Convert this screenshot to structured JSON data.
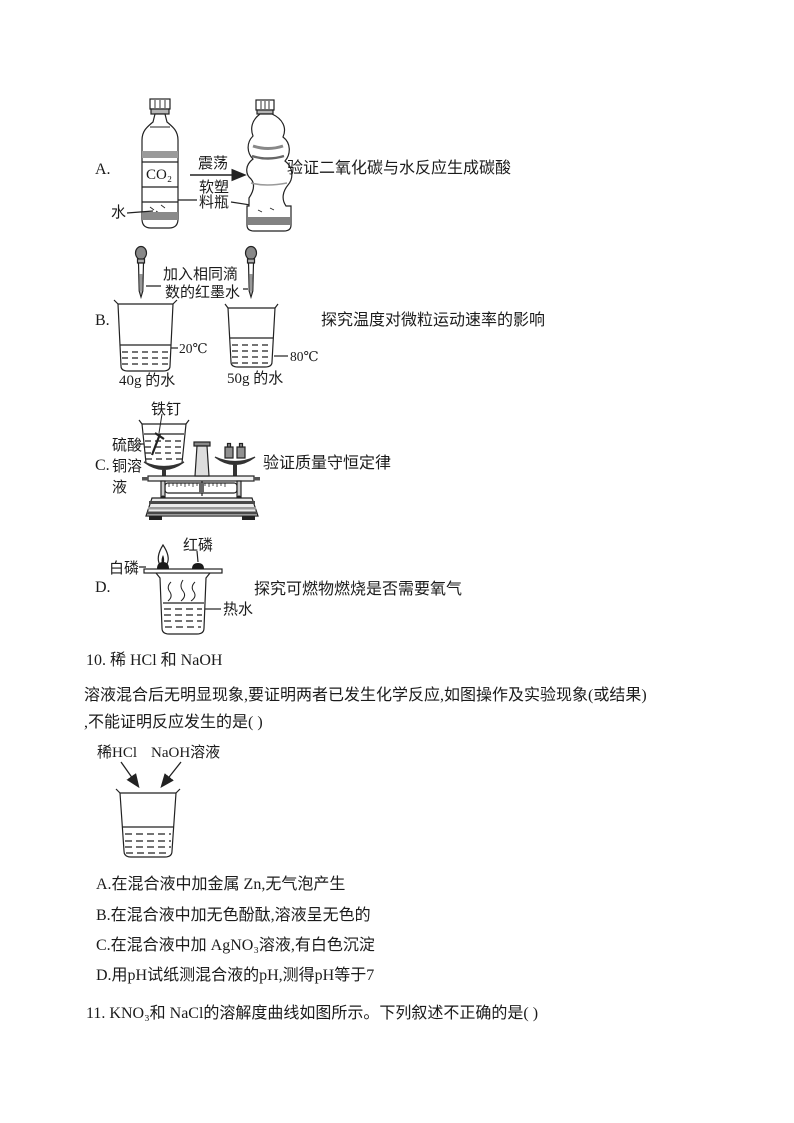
{
  "experiments": {
    "A": {
      "label": "A.",
      "gas": "CO₂",
      "water": "水",
      "shake": "震荡",
      "bottle_line1": "软塑",
      "bottle_line2": "料瓶",
      "caption": "验证二氧化碳与水反应生成碳酸"
    },
    "B": {
      "label": "B.",
      "dropper_line1": "加入相同滴",
      "dropper_line2": "数的红墨水",
      "temp1": "20℃",
      "temp2": "80℃",
      "water1": "40g 的水",
      "water2": "50g 的水",
      "caption": "探究温度对微粒运动速率的影响"
    },
    "C": {
      "label": "C.",
      "nail": "铁钉",
      "sol_line1": "硫酸",
      "sol_line2": "铜溶",
      "sol_line3": "液",
      "caption": "验证质量守恒定律"
    },
    "D": {
      "label": "D.",
      "red_p": "红磷",
      "white_p": "白磷",
      "hot_water": "热水",
      "caption": "探究可燃物燃烧是否需要氧气"
    }
  },
  "question10": {
    "number_line": "10. 稀 HCl 和 NaOH",
    "body_line1": "溶液混合后无明显现象,要证明两者已发生化学反应,如图操作及实验现象(或结果)",
    "body_line2": ",不能证明反应发生的是( )",
    "reagent1": "稀HCl",
    "reagent2": "NaOH溶液",
    "options": [
      "A.在混合液中加金属 Zn,无气泡产生",
      "B.在混合液中加无色酚酞,溶液呈无色的",
      "C.在混合液中加 AgNO₃溶液,有白色沉淀",
      "D.用pH试纸测混合液的pH,测得pH等于7"
    ]
  },
  "question11": {
    "number_line": "11. KNO₃和 NaCl的溶解度曲线如图所示。下列叙述不正确的是( )"
  }
}
